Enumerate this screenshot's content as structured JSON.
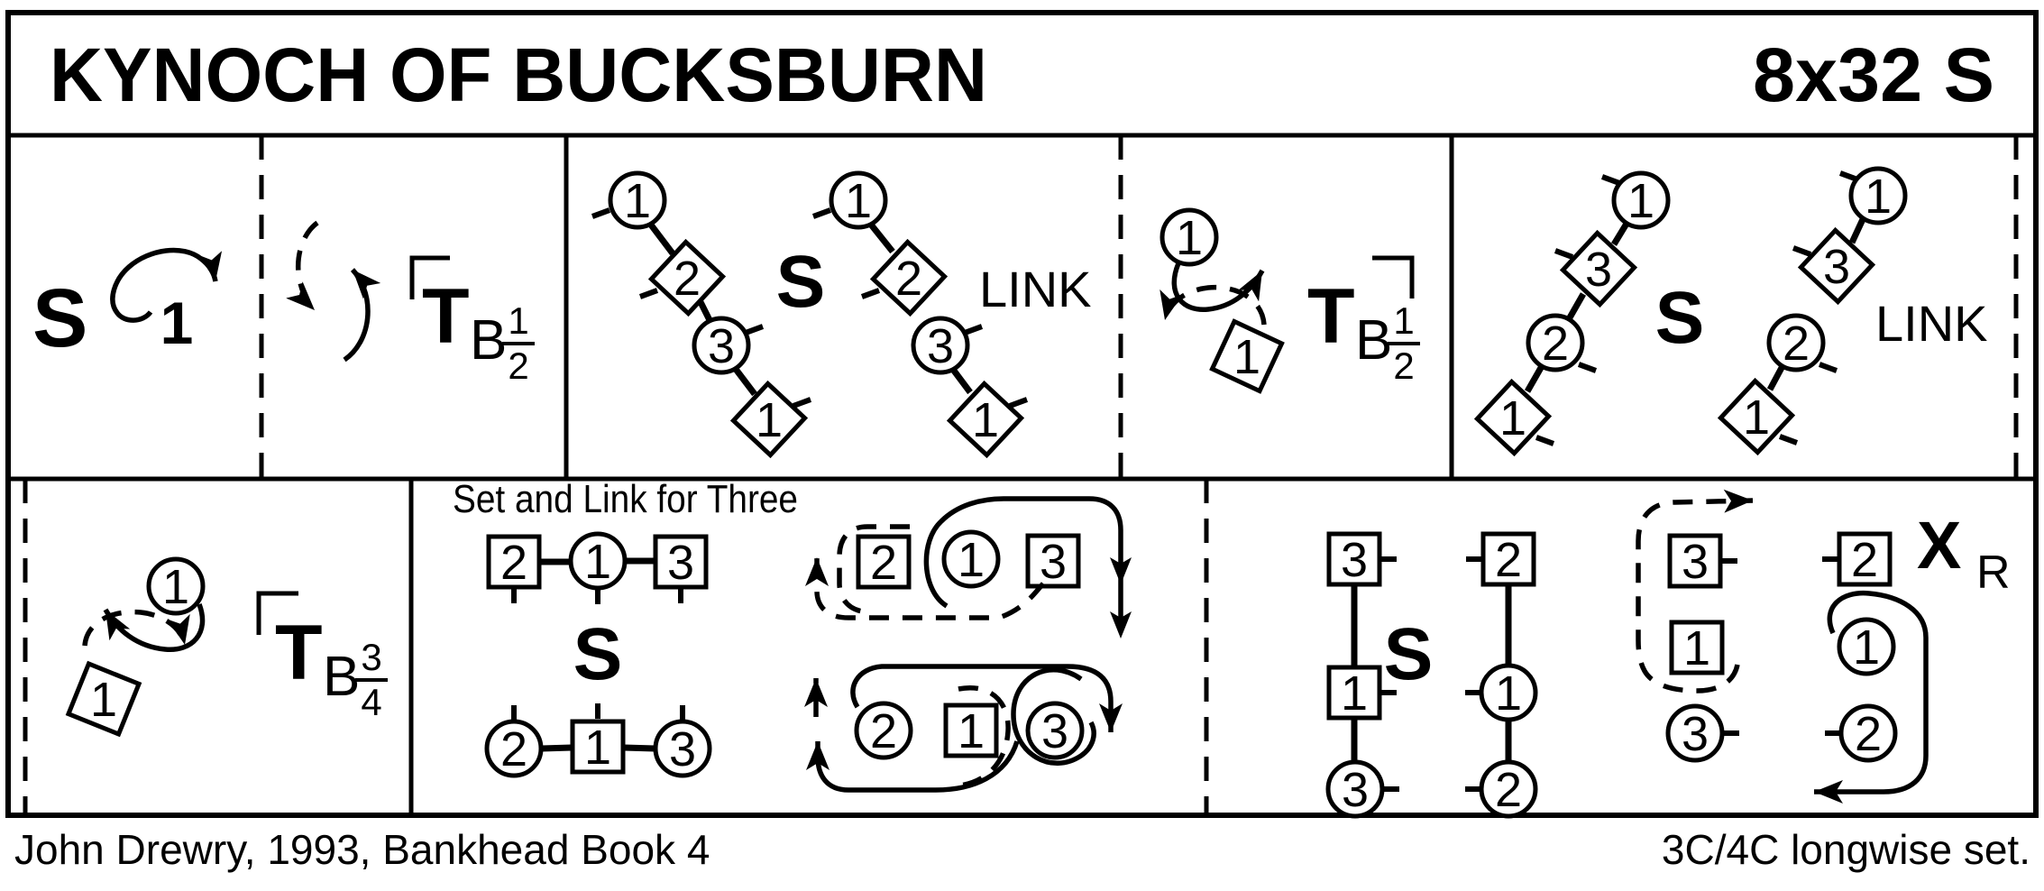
{
  "header": {
    "title": "KYNOCH OF BUCKSBURN",
    "formation": "8x32 S"
  },
  "footer": {
    "credit": "John Drewry, 1993, Bankhead Book 4",
    "set_type": "3C/4C longwise set."
  },
  "p1": {
    "set": "S",
    "couple": "1"
  },
  "p2": {
    "turn": "T",
    "hand": "B",
    "num": "1",
    "den": "2"
  },
  "p3": {
    "a1": "1",
    "a2": "2",
    "a3": "3",
    "a4": "1",
    "set": "S",
    "b1": "1",
    "b2": "2",
    "b3": "3",
    "b4": "1",
    "link": "LINK"
  },
  "p4": {
    "circle": "1",
    "diamond": "1",
    "turn": "T",
    "hand": "B",
    "num": "1",
    "den": "2"
  },
  "p5": {
    "a1": "1",
    "a2": "3",
    "a3": "2",
    "a4": "1",
    "set": "S",
    "b1": "1",
    "b2": "3",
    "b3": "2",
    "b4": "1",
    "link": "LINK"
  },
  "p6": {
    "circle": "1",
    "diamond": "1",
    "turn": "T",
    "hand": "B",
    "num": "3",
    "den": "4"
  },
  "p7": {
    "caption": "Set and Link for Three",
    "row1": [
      "2",
      "1",
      "3"
    ],
    "set": "S",
    "row2": [
      "2",
      "1",
      "3"
    ],
    "diag1": [
      "2",
      "1",
      "3"
    ],
    "diag2": [
      "2",
      "1",
      "3"
    ]
  },
  "p8": {
    "col1": [
      "3",
      "1",
      "3"
    ],
    "set": "S",
    "col2": [
      "2",
      "1",
      "2"
    ],
    "col3": [
      "3",
      "1",
      "3"
    ],
    "cross": "X",
    "cross_sub": "R",
    "col4": [
      "2",
      "1",
      "2"
    ]
  }
}
